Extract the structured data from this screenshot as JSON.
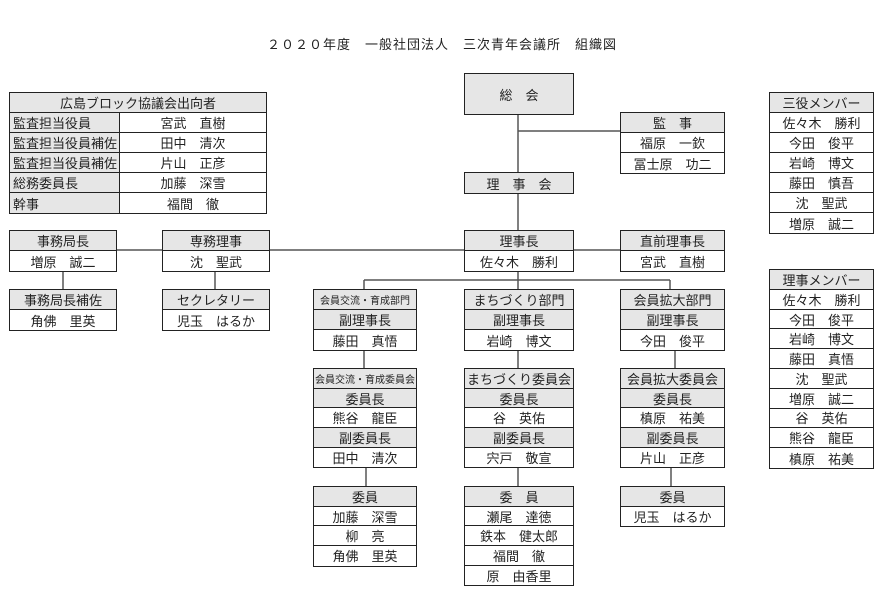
{
  "title": "２０２０年度　一般社団法人　三次青年会議所　組織図",
  "hiroshima": {
    "header": "広島ブロック協議会出向者",
    "rows": [
      {
        "role": "監査担当役員",
        "name": "宮武　直樹"
      },
      {
        "role": "監査担当役員補佐",
        "name": "田中　清次"
      },
      {
        "role": "監査担当役員補佐",
        "name": "片山　正彦"
      },
      {
        "role": "総務委員長",
        "name": "加藤　深雪"
      },
      {
        "role": "幹事",
        "name": "福間　徹"
      }
    ]
  },
  "boxes": [
    {
      "id": "soukai",
      "rows": [
        {
          "t": "総　会",
          "h": true
        }
      ]
    },
    {
      "id": "kanji",
      "rows": [
        {
          "t": "監　事",
          "h": true
        },
        {
          "t": "福原　一欽"
        },
        {
          "t": "冨士原　功二"
        }
      ]
    },
    {
      "id": "rijikai",
      "rows": [
        {
          "t": "理　事　会",
          "h": true
        }
      ]
    },
    {
      "id": "rijicho",
      "rows": [
        {
          "t": "理事長",
          "h": true
        },
        {
          "t": "佐々木　勝利"
        }
      ]
    },
    {
      "id": "jimukyokucho",
      "rows": [
        {
          "t": "事務局長",
          "h": true
        },
        {
          "t": "増原　誠二"
        }
      ]
    },
    {
      "id": "senmuriji",
      "rows": [
        {
          "t": "専務理事",
          "h": true
        },
        {
          "t": "沈　聖武"
        }
      ]
    },
    {
      "id": "chokuzen",
      "rows": [
        {
          "t": "直前理事長",
          "h": true
        },
        {
          "t": "宮武　直樹"
        }
      ]
    },
    {
      "id": "jimukyokuho",
      "rows": [
        {
          "t": "事務局長補佐",
          "h": true
        },
        {
          "t": "角佛　里英"
        }
      ]
    },
    {
      "id": "secretary",
      "rows": [
        {
          "t": "セクレタリー",
          "h": true
        },
        {
          "t": "児玉　はるか"
        }
      ]
    },
    {
      "id": "dept1",
      "rows": [
        {
          "t": "会員交流・育成部門",
          "h": true,
          "small": true
        },
        {
          "t": "副理事長",
          "h": true
        },
        {
          "t": "藤田　真悟"
        }
      ]
    },
    {
      "id": "dept2",
      "rows": [
        {
          "t": "まちづくり部門",
          "h": true
        },
        {
          "t": "副理事長",
          "h": true
        },
        {
          "t": "岩崎　博文"
        }
      ]
    },
    {
      "id": "dept3",
      "rows": [
        {
          "t": "会員拡大部門",
          "h": true
        },
        {
          "t": "副理事長",
          "h": true
        },
        {
          "t": "今田　俊平"
        }
      ]
    },
    {
      "id": "comm1",
      "rows": [
        {
          "t": "会員交流・育成委員会",
          "h": true,
          "small": true
        },
        {
          "t": "委員長",
          "h": true
        },
        {
          "t": "熊谷　龍臣"
        },
        {
          "t": "副委員長",
          "h": true
        },
        {
          "t": "田中　清次"
        }
      ]
    },
    {
      "id": "comm2",
      "rows": [
        {
          "t": "まちづくり委員会",
          "h": true
        },
        {
          "t": "委員長",
          "h": true
        },
        {
          "t": "谷　英佑"
        },
        {
          "t": "副委員長",
          "h": true
        },
        {
          "t": "宍戸　敬宣"
        }
      ]
    },
    {
      "id": "comm3",
      "rows": [
        {
          "t": "会員拡大委員会",
          "h": true
        },
        {
          "t": "委員長",
          "h": true
        },
        {
          "t": "槙原　祐美"
        },
        {
          "t": "副委員長",
          "h": true
        },
        {
          "t": "片山　正彦"
        }
      ]
    },
    {
      "id": "mem1",
      "rows": [
        {
          "t": "委員",
          "h": true
        },
        {
          "t": "加藤　深雪"
        },
        {
          "t": "柳　亮"
        },
        {
          "t": "角佛　里英"
        }
      ]
    },
    {
      "id": "mem2",
      "rows": [
        {
          "t": "委　員",
          "h": true
        },
        {
          "t": "瀬尾　達徳"
        },
        {
          "t": "鉄本　健太郎"
        },
        {
          "t": "福間　徹"
        },
        {
          "t": "原　由香里"
        }
      ]
    },
    {
      "id": "mem3",
      "rows": [
        {
          "t": "委員",
          "h": true
        },
        {
          "t": "児玉　はるか"
        }
      ]
    },
    {
      "id": "sanyaku",
      "rows": [
        {
          "t": "三役メンバー",
          "h": true
        },
        {
          "t": "佐々木　勝利"
        },
        {
          "t": "今田　俊平"
        },
        {
          "t": "岩崎　博文"
        },
        {
          "t": "藤田　慎吾"
        },
        {
          "t": "沈　聖武"
        },
        {
          "t": "増原　誠二"
        }
      ]
    },
    {
      "id": "rijimember",
      "rows": [
        {
          "t": "理事メンバー",
          "h": true
        },
        {
          "t": "佐々木　勝利"
        },
        {
          "t": "今田　俊平"
        },
        {
          "t": "岩崎　博文"
        },
        {
          "t": "藤田　真悟"
        },
        {
          "t": "沈　聖武"
        },
        {
          "t": "増原　誠二"
        },
        {
          "t": "谷　英佑"
        },
        {
          "t": "熊谷　龍臣"
        },
        {
          "t": "槙原　祐美"
        }
      ]
    }
  ]
}
